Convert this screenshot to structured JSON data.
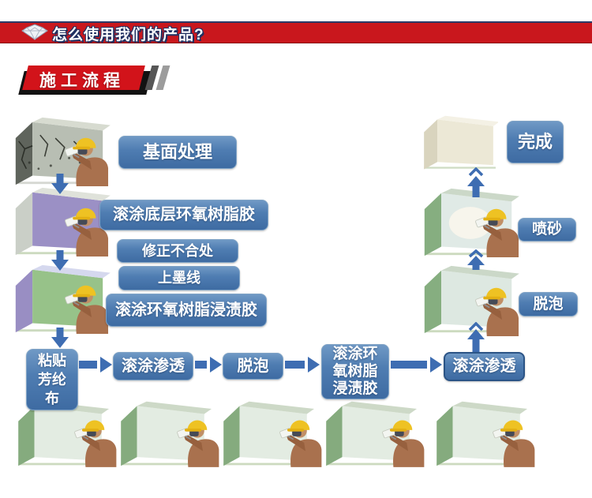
{
  "header": {
    "title": "怎么使用我们的产品?",
    "icon": "diamond"
  },
  "banner": {
    "title": "施工流程"
  },
  "labels": {
    "base_treatment": "基面处理",
    "primer_coat": "滚涂底层环氧树脂胶",
    "fix_mismatch": "修正不合处",
    "ink_line": "上墨线",
    "impregnation_coat": "滚涂环氧树脂浸渍胶",
    "paste_aramid_lines": [
      "粘贴",
      "芳纶",
      "布"
    ],
    "roll_penetrate_1": "滚涂渗透",
    "defoam_1": "脱泡",
    "impregnation_lines": [
      "滚涂环",
      "氧树脂",
      "浸渍胶"
    ],
    "roll_penetrate_2": "滚涂渗透",
    "defoam_2": "脱泡",
    "sand_blast": "喷砂",
    "finish": "完成"
  },
  "colors": {
    "header_red": "#c9171d",
    "banner_red": "#d2131a",
    "step_box_blue": "#4f7db2",
    "arrow_blue": "#3e6db2"
  }
}
